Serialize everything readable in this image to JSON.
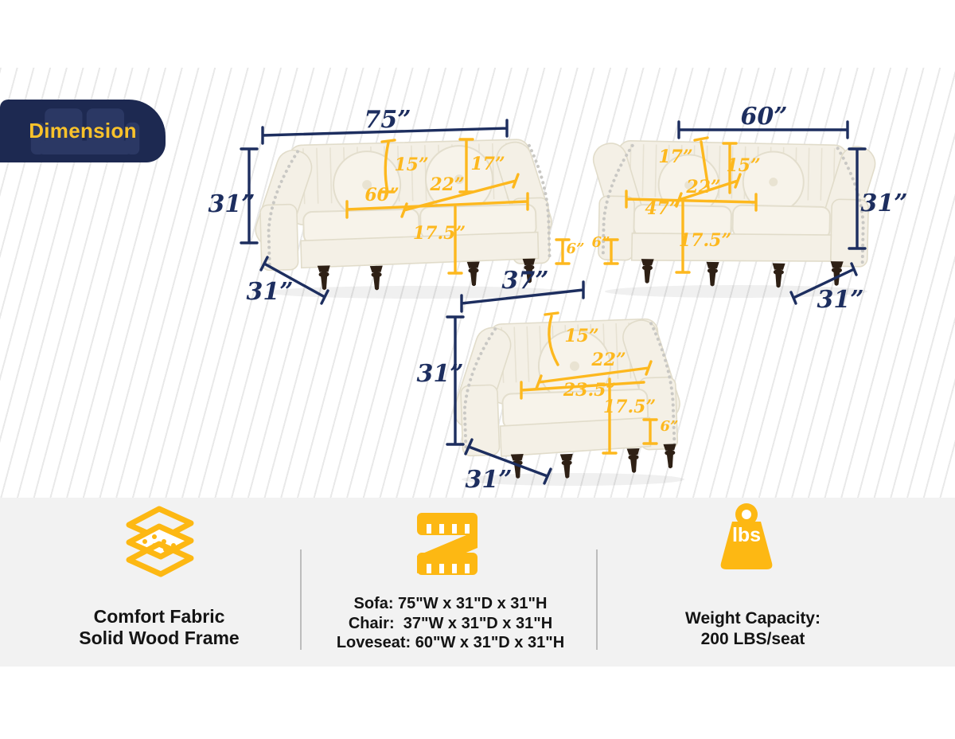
{
  "badge": {
    "label": "Dimension"
  },
  "figures": {
    "sofa": {
      "dims": {
        "width": "75”",
        "height": "31”",
        "depth": "31”",
        "left_pillow": "15”",
        "right_pillow": "17”",
        "seat_width": "60”",
        "seat_depth": "22”",
        "seat_height": "17.5”",
        "leg_height": "6”"
      }
    },
    "loveseat": {
      "dims": {
        "width": "60”",
        "height": "31”",
        "depth": "31”",
        "left_pillow": "17”",
        "right_pillow": "15”",
        "seat_width": "47”",
        "seat_depth": "22”",
        "seat_height": "17.5”",
        "leg_height": "6”"
      }
    },
    "chair": {
      "dims": {
        "width": "37”",
        "height": "31”",
        "depth": "31”",
        "pillow": "15”",
        "seat_width": "23.5”",
        "seat_depth": "22”",
        "seat_height": "17.5”",
        "leg_height": "6”"
      }
    }
  },
  "features": {
    "fabric": {
      "icon": "cushion-layers-icon",
      "line1": "Comfort Fabric",
      "line2": "Solid Wood Frame"
    },
    "sizes": {
      "icon": "measuring-tape-icon",
      "line1": "Sofa: 75\"W x 31\"D x 31\"H",
      "line2": "Chair:  37\"W x 31\"D x 31\"H",
      "line3": "Loveseat: 60\"W x 31\"D x 31\"H"
    },
    "weight": {
      "icon": "weight-icon",
      "icon_label": "lbs",
      "line1": "Weight Capacity:",
      "line2": "200 LBS/seat"
    }
  },
  "colors": {
    "navy": "#1d2e5f",
    "yellow": "#fdb81e",
    "badge_bg": "#1d2951",
    "badge_text": "#f9c22b",
    "gray_band": "#f2f2f2"
  }
}
